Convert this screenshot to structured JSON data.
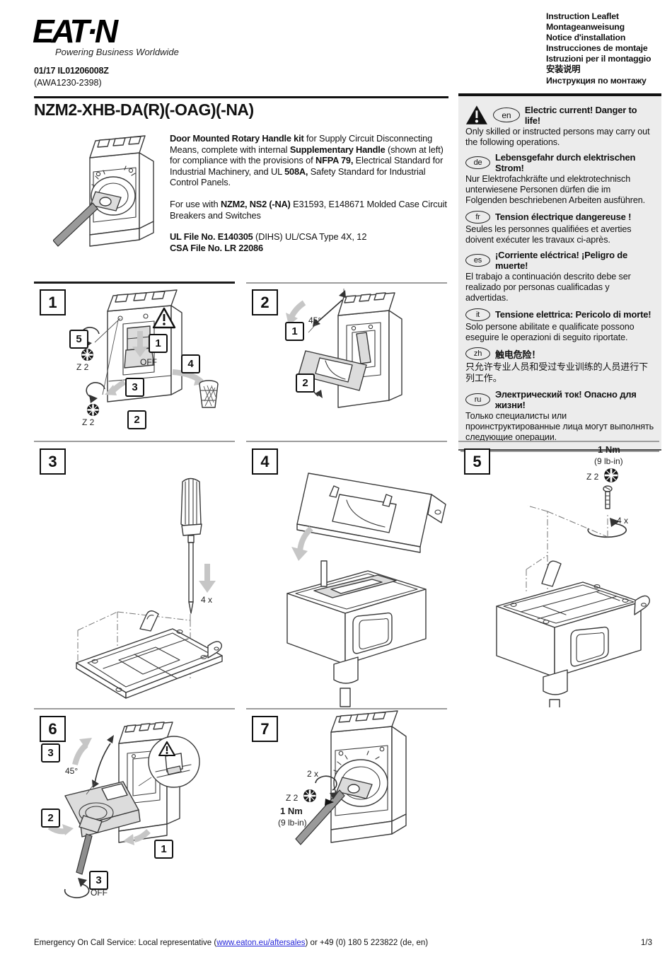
{
  "header": {
    "logo_text": "EAT·N",
    "tagline": "Powering Business Worldwide",
    "doc_no": "01/17 IL01206008Z",
    "doc_no_alt": "(AWA1230-2398)",
    "languages": [
      "Instruction Leaflet",
      "Montageanweisung",
      "Notice d'installation",
      "Instrucciones de montaje",
      "Istruzioni per il montaggio",
      "安装说明",
      "Инструкция по монтажу"
    ]
  },
  "title": "NZM2-XHB-DA(R)(-OAG)(-NA)",
  "description": {
    "p1_b1": "Door Mounted Rotary Handle kit",
    "p1_t1": " for Supply Circuit Disconnecting Means, complete with internal ",
    "p1_b2": "Supplementary Handle",
    "p1_t2": " (shown at left) for compliance with the provisions of ",
    "p1_b3": "NFPA 79,",
    "p1_t3": " Electrical Standard for Industrial Machinery, and UL ",
    "p1_b4": "508A,",
    "p1_t4": " Safety Standard for Industrial Control Panels.",
    "p2_t1": "For use with ",
    "p2_b1": "NZM2, NS2 (-NA)",
    "p2_t2": " E31593, E148671 Molded Case Circuit Breakers and Switches",
    "p3_b1": "UL File No. E140305",
    "p3_t1": " (DIHS) UL/CSA Type 4X, 12",
    "p3_b2": "CSA File No. LR 22086"
  },
  "warnings": {
    "en": {
      "code": "en",
      "title": "Electric current! Danger to life!",
      "body": "Only skilled or instructed persons may carry out the following operations."
    },
    "de": {
      "code": "de",
      "title": "Lebensgefahr durch elektrischen Strom!",
      "body": "Nur Elektrofachkräfte und elektrotechnisch unterwiesene Personen dürfen die im Folgenden beschriebenen Arbeiten ausführen."
    },
    "fr": {
      "code": "fr",
      "title": "Tension électrique dangereuse !",
      "body": "Seules les personnes qualifiées et averties doivent exécuter les travaux ci-après."
    },
    "es": {
      "code": "es",
      "title": "¡Corriente eléctrica! ¡Peligro de muerte!",
      "body": "El trabajo a continuación descrito debe ser realizado por personas cualificadas y advertidas."
    },
    "it": {
      "code": "it",
      "title": "Tensione elettrica: Pericolo di morte!",
      "body": "Solo persone abilitate e qualificate possono eseguire le operazioni di seguito riportate."
    },
    "zh": {
      "code": "zh",
      "title": "触电危险！",
      "body": "只允许专业人员和受过专业训练的人员进行下列工作。"
    },
    "ru": {
      "code": "ru",
      "title": "Электрический ток! Опасно для жизни!",
      "body": "Только специалисты или проинструктированные лица могут выполнять следующие операции."
    }
  },
  "steps": {
    "s1": {
      "num": "1",
      "c5": "5",
      "c1": "1",
      "c4": "4",
      "c3": "3",
      "c2": "2",
      "off": "OFF",
      "z2a": "Z 2",
      "z2b": "Z 2"
    },
    "s2": {
      "num": "2",
      "c1": "1",
      "c2": "2",
      "angle": "45°"
    },
    "s3": {
      "num": "3",
      "qty": "4 x"
    },
    "s4": {
      "num": "4"
    },
    "s5": {
      "num": "5",
      "torque": "1 Nm",
      "torque_alt": "(9 lb-in)",
      "z2": "Z 2",
      "qty": "4 x"
    },
    "s6": {
      "num": "6",
      "c3a": "3",
      "c2": "2",
      "c1": "1",
      "c3b": "3",
      "angle": "45°",
      "off": "OFF"
    },
    "s7": {
      "num": "7",
      "qty": "2 x",
      "z2": "Z 2",
      "torque": "1 Nm",
      "torque_alt": "(9 lb-in)"
    }
  },
  "footer": {
    "pre": "Emergency On Call Service: Local representative (",
    "link": "www.eaton.eu/aftersales",
    "post": ") or +49 (0) 180 5 223822 (de, en)",
    "page": "1/3"
  }
}
